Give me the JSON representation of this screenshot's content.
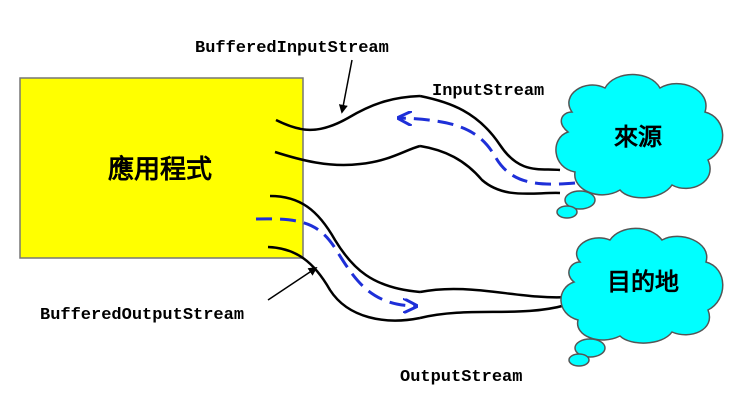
{
  "application": {
    "label": "應用程式",
    "color": "#ffff00"
  },
  "source": {
    "label": "來源",
    "color": "#00ffff"
  },
  "destination": {
    "label": "目的地",
    "color": "#00ffff"
  },
  "labels": {
    "buffered_input_stream": "BufferedInputStream",
    "input_stream": "InputStream",
    "buffered_output_stream": "BufferedOutputStream",
    "output_stream": "OutputStream"
  },
  "flow_color": "#1e2fd8"
}
